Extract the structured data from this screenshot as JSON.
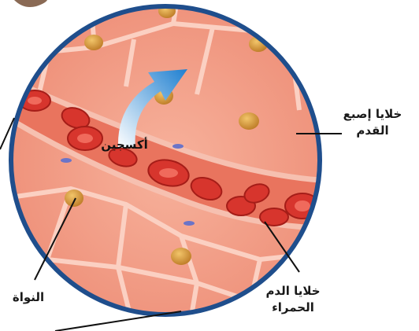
{
  "labels": {
    "toe_cells_line1": "خلايا إصبع",
    "toe_cells_line2": "القدم",
    "oxygen": "أكسجين",
    "red_blood_cells_line1": "خلايا الدم",
    "red_blood_cells_line2": "الحمراء",
    "nucleus": "النواة"
  },
  "colors": {
    "ring": "#1f4e8c",
    "tissue": "#f39a84",
    "cell_wall": "#f8c4b4",
    "nucleus": "#d39a3c",
    "vessel_wall": "#f0b0a0",
    "rbc": "#d8362e",
    "arrow": "#2a8fd6"
  }
}
